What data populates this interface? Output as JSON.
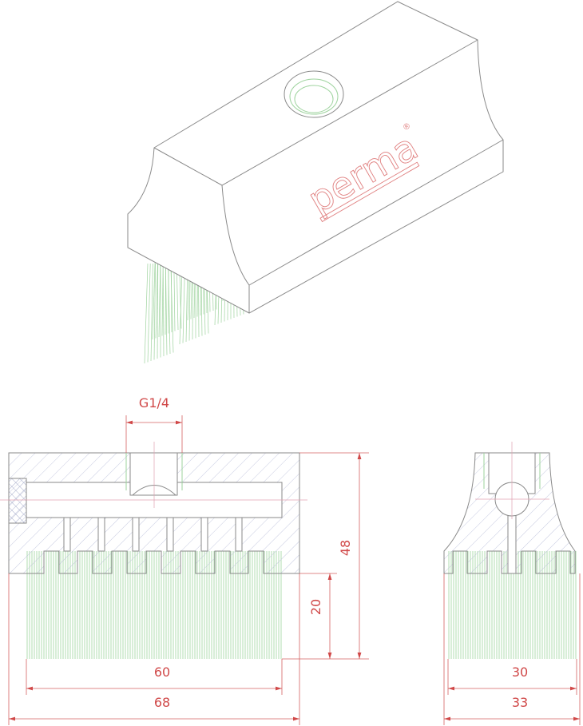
{
  "colors": {
    "outline": "#8a8a8a",
    "dimension": "#d04848",
    "bristle": "#9ed39e",
    "hatch": "#b8bcd8"
  },
  "iso": {
    "logo": "perma",
    "registered": "®"
  },
  "front_view": {
    "thread_label": "G1/4",
    "height_total": "48",
    "bristle_height": "20",
    "bristle_width": "60",
    "total_width": "68"
  },
  "side_view": {
    "bristle_width": "30",
    "total_width": "33"
  }
}
